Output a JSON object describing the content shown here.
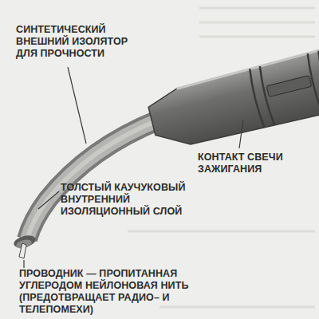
{
  "diagram": {
    "labels": [
      "СИНТЕТИЧЕСКИЙ ВНЕШНИЙ ИЗОЛЯТОР ДЛЯ ПРОЧНОСТИ",
      "КОНТАКТ СВЕЧИ ЗАЖИГАНИЯ",
      "ТОЛСТЫЙ КАУЧУКОВЫЙ ВНУТРЕННИЙ ИЗОЛЯЦИОННЫЙ СЛОЙ",
      "ПРОВОДНИК — ПРОПИТАННАЯ УГЛЕРОДОМ НЕЙЛОНОВАЯ НИТЬ (ПРЕДОТВРАЩАЕТ РАДИО– И ТЕЛЕПОМЕХИ)"
    ]
  }
}
